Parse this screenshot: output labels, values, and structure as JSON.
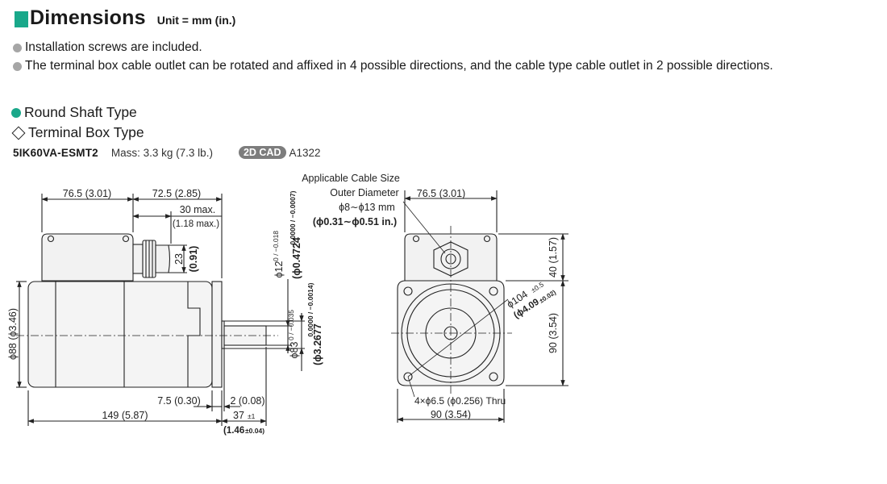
{
  "header": {
    "title": "Dimensions",
    "unit": "Unit = mm (in.)"
  },
  "notes": [
    "Installation screws are included.",
    "The terminal box cable outlet can be rotated and affixed in 4 possible directions, and the cable type cable outlet in 2 possible directions."
  ],
  "shaft_type": "Round Shaft Type",
  "box_type": "Terminal Box Type",
  "model": {
    "name": "5IK60VA-ESMT2",
    "mass": "Mass: 3.3 kg (7.3 lb.)",
    "cad_badge": "2D CAD",
    "cad_code": "A1322"
  },
  "side_view": {
    "dim_box_len": "76.5 (3.01)",
    "dim_box_to_end": "72.5 (2.85)",
    "dim_outlet_max": "30 max.",
    "dim_outlet_max_in": "(1.18 max.)",
    "dim_outlet_height": "23",
    "dim_outlet_height_in": "(0.91)",
    "dim_shaft_dia": "ϕ12",
    "dim_shaft_tol": "0 / −0.018",
    "dim_shaft_in": "(ϕ0.4724",
    "dim_shaft_in_tol": "0.0000 / −0.0007)",
    "dim_pilot_dia": "ϕ83",
    "dim_pilot_tol": "0 / −0.035",
    "dim_pilot_in": "(ϕ3.2677",
    "dim_pilot_in_tol": "0.0000 / −0.0014)",
    "dim_body_dia": "ϕ88 (ϕ3.46)",
    "dim_flange": "7.5 (0.30)",
    "dim_pilot_len": "2 (0.08)",
    "dim_total": "149 (5.87)",
    "dim_shaft_len": "37",
    "dim_shaft_len_tol": "±1",
    "dim_shaft_len_in": "(1.46",
    "dim_shaft_len_in_tol": "±0.04)"
  },
  "front_view": {
    "cable_title_1": "Applicable Cable Size",
    "cable_title_2": "Outer Diameter",
    "cable_range_mm": "ϕ8∼ϕ13 mm",
    "cable_range_in": "(ϕ0.31∼ϕ0.51 in.)",
    "dim_box_width": "76.5 (3.01)",
    "dim_box_height": "40 (1.57)",
    "dim_pcd": "ϕ104",
    "dim_pcd_tol": "±0.5",
    "dim_pcd_in": "(ϕ4.09",
    "dim_pcd_in_tol": "±0.02)",
    "dim_square_h": "90 (3.54)",
    "dim_holes": "4×ϕ6.5 (ϕ0.256) Thru",
    "dim_square_w": "90 (3.54)"
  }
}
